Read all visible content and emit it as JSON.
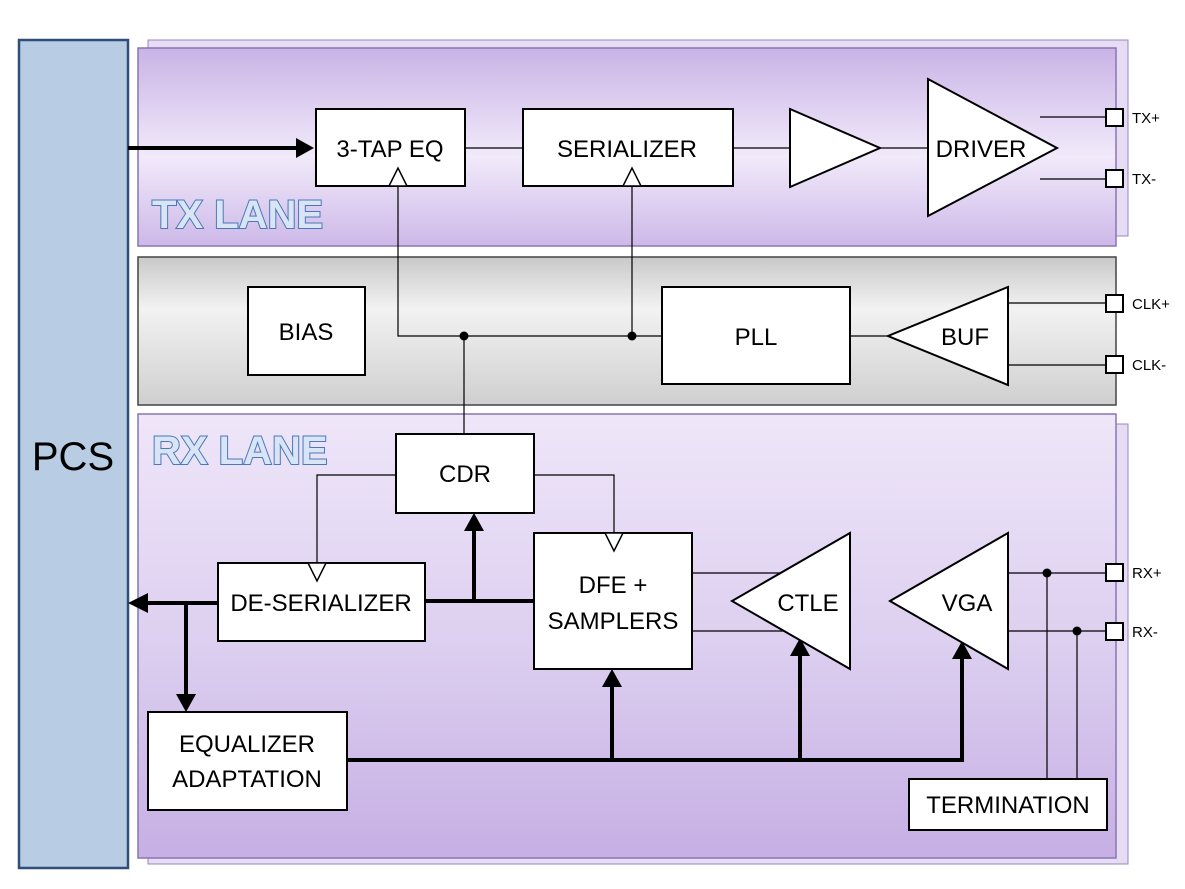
{
  "pcs": {
    "label": "PCS",
    "color": "#b8cce4"
  },
  "tx_lane": {
    "title": "TX LANE",
    "blocks": {
      "eq": "3-TAP EQ",
      "serializer": "SERIALIZER",
      "driver": "DRIVER"
    },
    "pins": {
      "tx_plus": "TX+",
      "tx_minus": "TX-"
    }
  },
  "clock_section": {
    "blocks": {
      "bias": "BIAS",
      "pll": "PLL",
      "buf": "BUF"
    },
    "pins": {
      "clk_plus": "CLK+",
      "clk_minus": "CLK-"
    }
  },
  "rx_lane": {
    "title": "RX LANE",
    "blocks": {
      "cdr": "CDR",
      "deserializer": "DE-SERIALIZER",
      "dfe_line1": "DFE +",
      "dfe_line2": "SAMPLERS",
      "ctle": "CTLE",
      "vga": "VGA",
      "eq_adapt_line1": "EQUALIZER",
      "eq_adapt_line2": "ADAPTATION",
      "termination": "TERMINATION"
    },
    "pins": {
      "rx_plus": "RX+",
      "rx_minus": "RX-"
    }
  },
  "colors": {
    "lane_purple": "#cdb8e8",
    "lane_gray": "#d6d6d6",
    "title_blue": "#4a78b8"
  }
}
